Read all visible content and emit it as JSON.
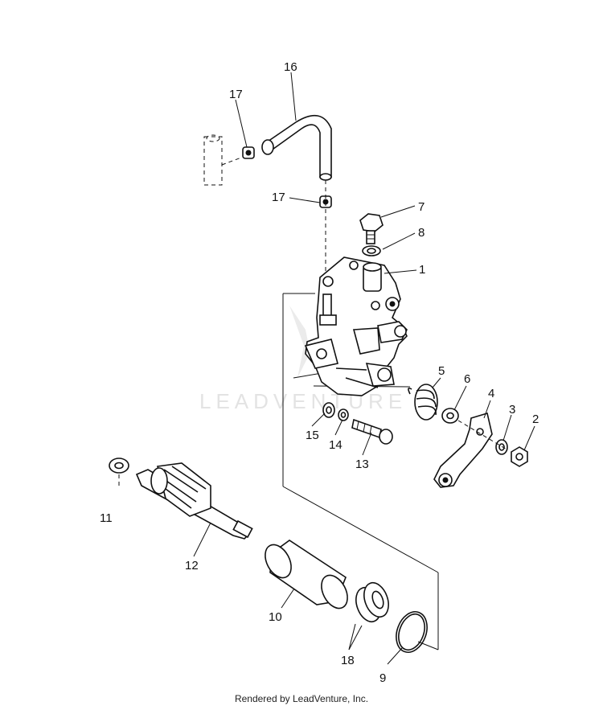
{
  "watermark": "LEADVENTURE",
  "footer": "Rendered by LeadVenture, Inc.",
  "callouts": {
    "c1": "1",
    "c2": "2",
    "c3": "3",
    "c4": "4",
    "c5": "5",
    "c6": "6",
    "c7": "7",
    "c8": "8",
    "c9": "9",
    "c10": "10",
    "c11": "11",
    "c12": "12",
    "c13": "13",
    "c14": "14",
    "c15": "15",
    "c16": "16",
    "c17a": "17",
    "c17b": "17",
    "c18": "18"
  }
}
